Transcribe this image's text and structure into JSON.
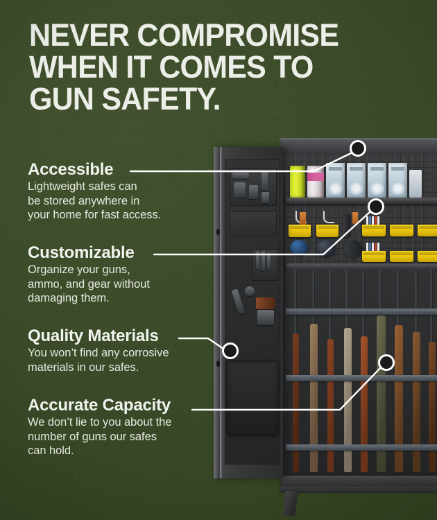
{
  "headline": {
    "line1": "NEVER COMPROMISE",
    "line2": "WHEN IT COMES TO",
    "line3": "GUN SAFETY."
  },
  "features": [
    {
      "title": "Accessible",
      "body_line1": "Lightweight safes can",
      "body_line2": "be stored anywhere in",
      "body_line3": "your home for fast access."
    },
    {
      "title": "Customizable",
      "body_line1": "Organize your guns,",
      "body_line2": "ammo, and gear without",
      "body_line3": "damaging them."
    },
    {
      "title": "Quality Materials",
      "body_line1": "You won’t find any corrosive",
      "body_line2": "materials in our safes.",
      "body_line3": ""
    },
    {
      "title": "Accurate Capacity",
      "body_line1": "We don’t lie to you about the",
      "body_line2": "number of guns our safes",
      "body_line3": "can hold."
    }
  ],
  "colors": {
    "background_green": "#3a4a28",
    "headline_text": "#eceee8",
    "body_text": "#e6e9e0",
    "callout_line": "#ffffff",
    "marker_fill": "#1a1a1a",
    "accent_yellow": "#f5d315"
  },
  "photo": {
    "subject": "open gun safe with door organizer, shelves and rifle rack"
  }
}
